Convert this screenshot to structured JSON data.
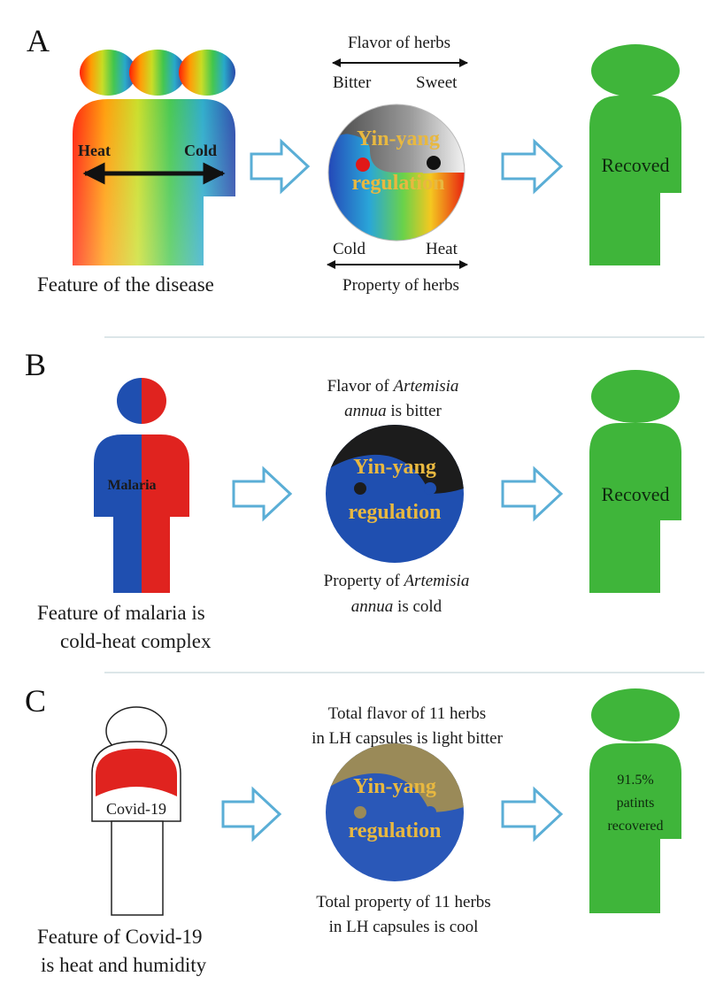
{
  "panels": {
    "a": {
      "letter": "A",
      "flavor_title": "Flavor of herbs",
      "flavor_left": "Bitter",
      "flavor_right": "Sweet",
      "body_left": "Heat",
      "body_right": "Cold",
      "yy_line1": "Yin-yang",
      "yy_line2": "regulation",
      "property_left": "Cold",
      "property_right": "Heat",
      "property_title": "Property of herbs",
      "caption": "Feature of the disease",
      "recovered": "Recoved"
    },
    "b": {
      "letter": "B",
      "flavor_line1_pre": "Flavor of ",
      "flavor_line1_em": "Artemisia",
      "flavor_line2_em": "annua",
      "flavor_line2_post": " is bitter",
      "body_label": "Malaria",
      "yy_line1": "Yin-yang",
      "yy_line2": "regulation",
      "property_line1_pre": "Property of ",
      "property_line1_em": "Artemisia",
      "property_line2_em": "annua",
      "property_line2_post": " is cold",
      "caption_line1": "Feature of malaria is",
      "caption_line2": "cold-heat complex",
      "recovered": "Recoved"
    },
    "c": {
      "letter": "C",
      "flavor_line1": "Total flavor of 11 herbs",
      "flavor_line2": "in LH capsules is light bitter",
      "body_label": "Covid-19",
      "yy_line1": "Yin-yang",
      "yy_line2": "regulation",
      "property_line1": "Total property of 11 herbs",
      "property_line2": "in LH capsules is cool",
      "caption_line1": "Feature of Covid-19",
      "caption_line2": "is heat and humidity",
      "recovered_line1": "91.5%",
      "recovered_line2": "patints",
      "recovered_line3": "recovered"
    }
  },
  "colors": {
    "green": "#3fb53a",
    "blue": "#1f4fb0",
    "red": "#e0231f",
    "arrow": "#5aaed6",
    "gold": "#e8b840",
    "olive": "#9a8a58"
  }
}
